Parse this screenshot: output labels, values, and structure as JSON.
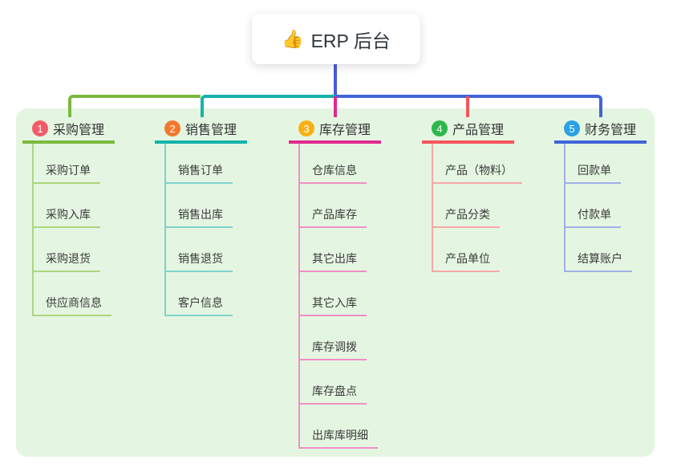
{
  "root": {
    "icon": "👍",
    "title": "ERP 后台"
  },
  "branches": [
    {
      "num": "1",
      "label": "采购管理",
      "color": "#7cb93f",
      "light_color": "#abd67e",
      "badge_color": "#f25b69",
      "children": [
        "采购订单",
        "采购入库",
        "采购退货",
        "供应商信息"
      ]
    },
    {
      "num": "2",
      "label": "销售管理",
      "color": "#14b3ac",
      "light_color": "#7fd3cc",
      "badge_color": "#f4772d",
      "children": [
        "销售订单",
        "销售出库",
        "销售退货",
        "客户信息"
      ]
    },
    {
      "num": "3",
      "label": "库存管理",
      "color": "#e02a90",
      "light_color": "#f08fc4",
      "badge_color": "#f9b017",
      "children": [
        "仓库信息",
        "产品库存",
        "其它出库",
        "其它入库",
        "库存调拨",
        "库存盘点",
        "出库库明细"
      ]
    },
    {
      "num": "4",
      "label": "产品管理",
      "color": "#f5555d",
      "light_color": "#f8a6a8",
      "badge_color": "#2eb84b",
      "children": [
        "产品（物料）",
        "产品分类",
        "产品单位"
      ]
    },
    {
      "num": "5",
      "label": "财务管理",
      "color": "#4164d8",
      "light_color": "#9fb0e6",
      "badge_color": "#2aa2e4",
      "children": [
        "回款单",
        "付款单",
        "结算账户"
      ]
    }
  ],
  "colors": {
    "page_bg": "#ffffff",
    "canvas_bg": "#e4f6e1",
    "root_line": "#4a5bd6",
    "text": "#333333"
  }
}
